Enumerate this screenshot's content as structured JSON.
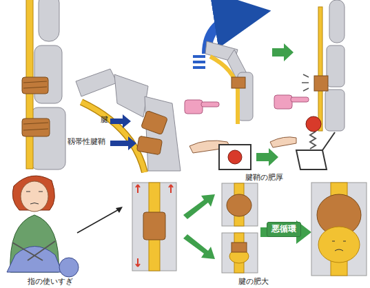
{
  "diagram": {
    "nodes": [
      {
        "text": [
          "悪循環"
        ]
      }
    ],
    "labels": [
      "腱",
      "靱帯性腱鞘",
      "腱鞘の肥厚",
      "腱の肥大",
      "指の使いすぎ"
    ]
  }
}
